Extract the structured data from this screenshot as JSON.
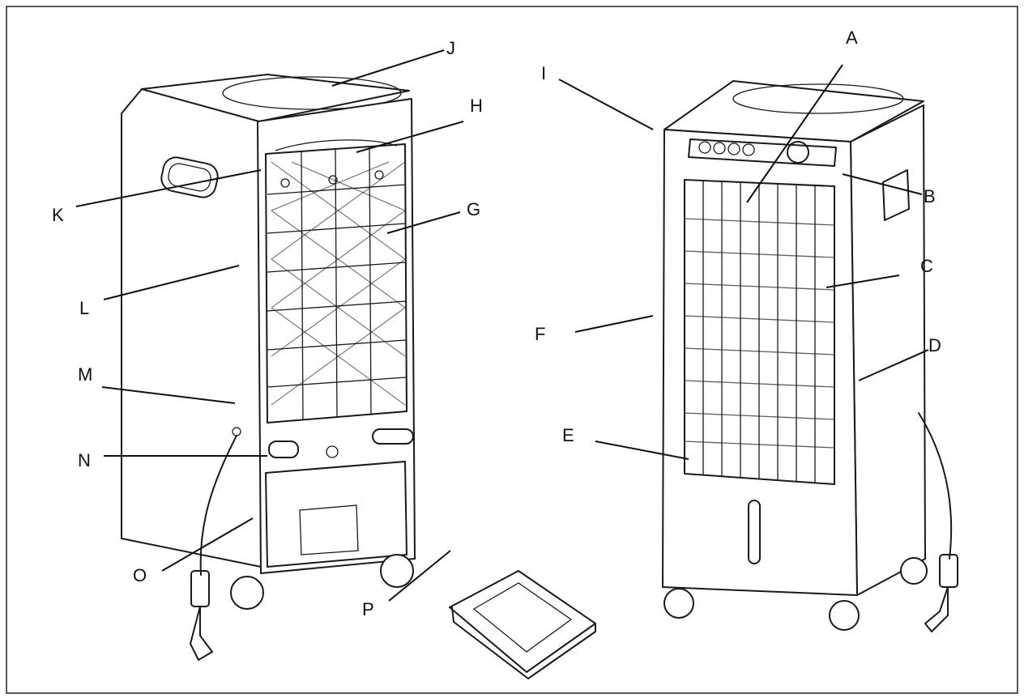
{
  "labels": {
    "A": "A",
    "B": "B",
    "C": "C",
    "D": "D",
    "E": "E",
    "F": "F",
    "G": "G",
    "H": "H",
    "I": "I",
    "J": "J",
    "K": "K",
    "L": "L",
    "M": "M",
    "N": "N",
    "O": "O",
    "P": "P"
  }
}
